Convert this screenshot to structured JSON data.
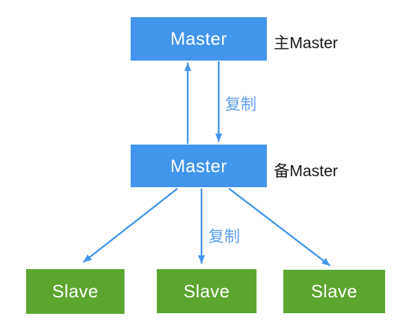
{
  "diagram": {
    "description": "Master-Master replication with slaves",
    "nodes": [
      {
        "id": "master-primary",
        "label": "Master",
        "type": "master",
        "annotation": "主Master"
      },
      {
        "id": "master-standby",
        "label": "Master",
        "type": "master",
        "annotation": "备Master"
      },
      {
        "id": "slave-1",
        "label": "Slave",
        "type": "slave"
      },
      {
        "id": "slave-2",
        "label": "Slave",
        "type": "slave"
      },
      {
        "id": "slave-3",
        "label": "Slave",
        "type": "slave"
      }
    ],
    "edges": [
      {
        "from": "master-standby",
        "to": "master-primary",
        "label": ""
      },
      {
        "from": "master-primary",
        "to": "master-standby",
        "label": "复制"
      },
      {
        "from": "master-standby",
        "to": "slave-1",
        "label": ""
      },
      {
        "from": "master-standby",
        "to": "slave-2",
        "label": "复制"
      },
      {
        "from": "master-standby",
        "to": "slave-3",
        "label": ""
      }
    ],
    "colors": {
      "master_fill": "#4295ec",
      "slave_fill": "#5ba62f",
      "arrow": "#4295ec",
      "edge_label_text": "#5e9ff0",
      "annotation_text": "#1a1a1a",
      "node_text": "#ffffff",
      "background": "#ffffff"
    }
  }
}
